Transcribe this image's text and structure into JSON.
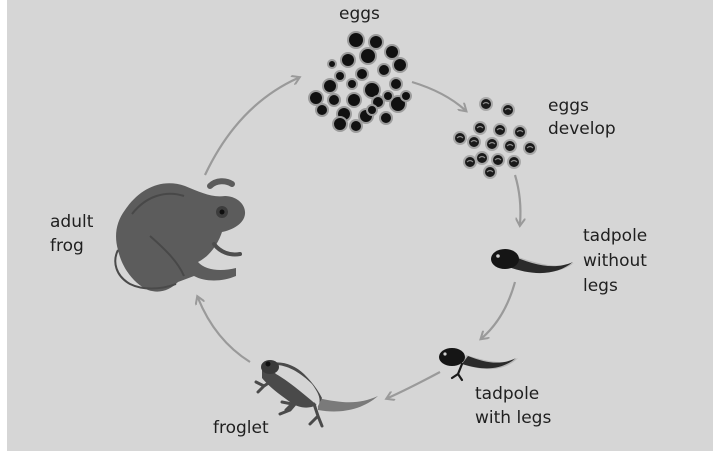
{
  "diagram": {
    "labels": {
      "eggs": "eggs",
      "eggs_develop_1": "eggs",
      "eggs_develop_2": "develop",
      "tadpole_no_legs_1": "tadpole",
      "tadpole_no_legs_2": "without",
      "tadpole_no_legs_3": "legs",
      "tadpole_legs_1": "tadpole",
      "tadpole_legs_2": "with legs",
      "froglet": "froglet",
      "adult_1": "adult",
      "adult_2": "frog"
    },
    "colors": {
      "background": "#d6d6d6",
      "arrow": "#9a9a9a",
      "frog": "#5e5e5e",
      "egg": "#111111",
      "text": "#1f1f1f"
    },
    "icons": [
      "egg-cluster-icon",
      "developing-eggs-icon",
      "tadpole-icon",
      "tadpole-with-legs-icon",
      "froglet-icon",
      "adult-frog-icon"
    ]
  }
}
